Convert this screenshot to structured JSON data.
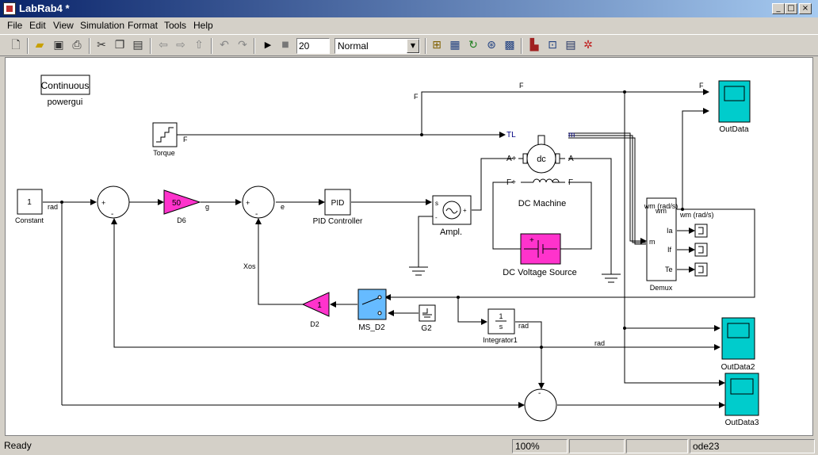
{
  "window": {
    "title": "LabRab4 *"
  },
  "menu": [
    "File",
    "Edit",
    "View",
    "Simulation",
    "Format",
    "Tools",
    "Help"
  ],
  "toolbar": {
    "stop_time": "20",
    "sim_mode": "Normal"
  },
  "status": {
    "left": "Ready",
    "zoom": "100%",
    "solver": "ode23"
  },
  "blocks": {
    "powergui_inner": "Continuous",
    "powergui": "powergui",
    "torque": "Torque",
    "torque_port": "F",
    "constant_value": "1",
    "constant": "Constant",
    "gain_d6_value": "50",
    "gain_d6": "D6",
    "pid_inner": "PID",
    "pid": "PID Controller",
    "ampl": "Ampl.",
    "ampl_s": "s",
    "dc_inner": "dc",
    "dc_tl": "TL",
    "dc_m": "m",
    "dc_ap": "A+",
    "dc_am": "A-",
    "dc_fp": "F+",
    "dc_fm": "F-",
    "dc_machine": "DC Machine",
    "dcvs": "DC Voltage Source",
    "demux": "Demux",
    "demux_wm": "wm",
    "demux_wm_rads": "wm (rad/s)",
    "demux_ia": "Ia",
    "demux_if": "If",
    "demux_te": "Te",
    "demux_m": "m",
    "gain_d2_value": "1",
    "gain_d2": "D2",
    "switch": "MS_D2",
    "g2": "G2",
    "integrator_num": "1",
    "integrator_den": "s",
    "integrator": "Integrator1",
    "scope1": "OutData",
    "scope2": "OutData2",
    "scope3": "OutData3"
  },
  "signals": {
    "f1": "F",
    "f2": "F",
    "f3": "F",
    "rad1": "rad",
    "rad2": "rad",
    "rad3": "rad",
    "g": "g",
    "e": "e",
    "xos": "Xos",
    "sum_plus": "+",
    "sum_minus": "-"
  }
}
